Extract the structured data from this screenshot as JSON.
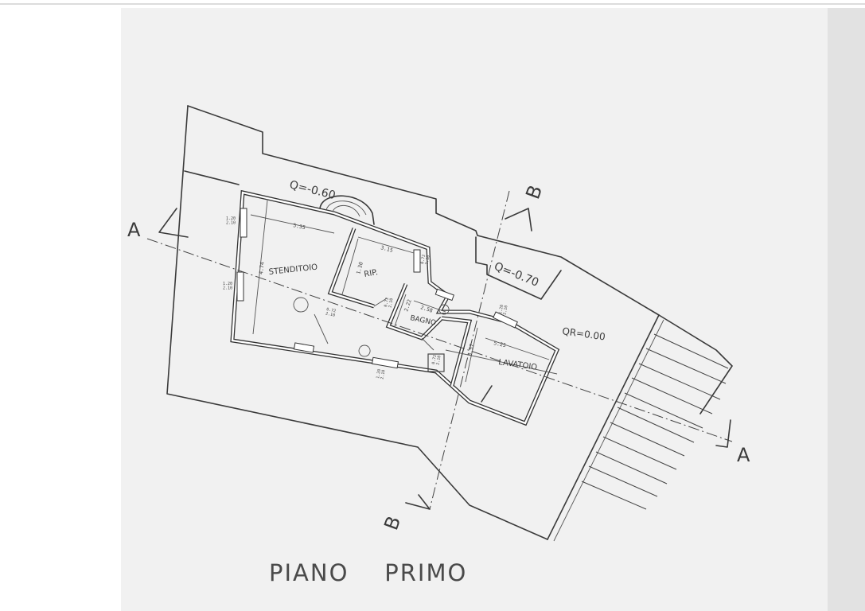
{
  "drawing": {
    "title": "PIANO    PRIMO",
    "levels": {
      "upper_terrace": "Q=-0.60",
      "lower_terrace": "Q=-0.70",
      "ground_reference": "QR=0.00"
    },
    "rooms": {
      "stenditoio": "STENDITOIO",
      "ripostiglio": "RIP.",
      "bagno": "BAGNO",
      "lavatoio": "LAVATOIO"
    },
    "section_marks": {
      "a_left": "A",
      "a_right": "A",
      "b_top": "B",
      "b_bottom": "B"
    },
    "dimensions": {
      "stenditoio_width": "5.35",
      "stenditoio_depth": "4.74",
      "rip_width": "3.15",
      "rip_depth": "1.30",
      "bagno_width": "2.58",
      "bagno_depth": "2.22",
      "lavatoio_width": "5.25",
      "lavatoio_depth": "3.37"
    },
    "window_tags": {
      "w_left_top": "1.20\n2.10",
      "w_left_mid": "1.20\n2.10",
      "w_bottom": "1.20\n2.10",
      "w_lavatoio": "1.20\n2.10"
    },
    "door_tags": {
      "d_stenditoio": "0.72\n2.10",
      "d_rip": "0.72\n2.10",
      "d_bagno": "0.72\n2.10",
      "d_lavatoio": "0.72\n2.10"
    }
  }
}
